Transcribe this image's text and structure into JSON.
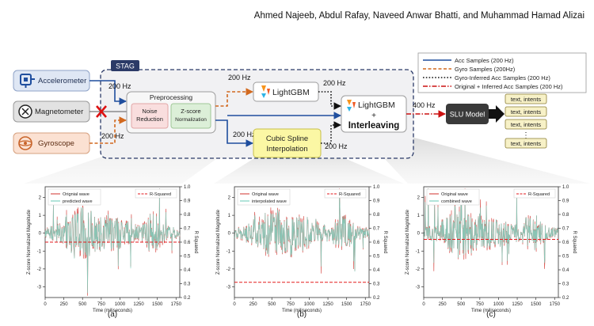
{
  "header": {
    "authors": "Ahmed Najeeb, Abdul Rafay, Naveed Anwar Bhatti, and Muhammad Hamad Alizai"
  },
  "diagram": {
    "stag_label": "STAG",
    "sensors": {
      "accelerometer": "Accelerometer",
      "magnetometer": "Magnetometer",
      "gyroscope": "Gyroscope"
    },
    "rates": {
      "acc_in": "200 Hz",
      "gyro_in": "200 Hz",
      "to_lightgbm": "200 Hz",
      "to_spline": "200 Hz",
      "from_lightgbm": "200 Hz",
      "from_spline": "200 Hz",
      "to_slu": "400 Hz"
    },
    "preprocessing": {
      "title": "Preprocessing",
      "noise_line1": "Noise",
      "noise_line2": "Reduction",
      "zscore_line1": "Z-score",
      "zscore_line2": "Normalization"
    },
    "lightgbm_label": "LightGBM",
    "spline_line1": "Cubic Spline",
    "spline_line2": "Interpolation",
    "interleave_top": "LightGBM",
    "interleave_plus": "+",
    "interleave_bottom": "Interleaving",
    "slu_model": "SLU Model",
    "outputs": [
      "text, intents",
      "text, intents",
      "text, intents",
      "text, intents"
    ],
    "output_dots": "⋮",
    "legend": [
      {
        "label": "Acc Samples (200 Hz)",
        "color": "#1f4e9e"
      },
      {
        "label": "Gyro Samples (200Hz)",
        "color": "#d2691e"
      },
      {
        "label": "Gyro-Inferred Acc Samples (200 Hz)",
        "color": "#111111"
      },
      {
        "label": "Original + Inferred Acc Samples (200 Hz)",
        "color": "#cc1111"
      }
    ]
  },
  "chart_data": [
    {
      "type": "line",
      "panel_label": "(a)",
      "xlabel": "Time (miliseconds)",
      "ylabel": "Z-score Normalized Magnitude",
      "y2label": "R Squared",
      "x_ticks": [
        "0",
        "250",
        "500",
        "750",
        "1000",
        "1250",
        "1500",
        "1750"
      ],
      "y_ticks": [
        "-3",
        "-2",
        "-1",
        "0",
        "1",
        "2"
      ],
      "y2_ticks": [
        "0.2",
        "0.3",
        "0.4",
        "0.5",
        "0.6",
        "0.7",
        "0.8",
        "0.9",
        "1.0"
      ],
      "xlim": [
        0,
        1800
      ],
      "ylim": [
        -3.6,
        2.6
      ],
      "y2lim": [
        0.2,
        1.0
      ],
      "series": [
        {
          "name": "Orignial wave",
          "color": "#d9534f"
        },
        {
          "name": "predicted wave",
          "color": "#7fd1c0"
        }
      ],
      "r_squared": {
        "name": "R-Squared",
        "value": 0.6,
        "color": "#e31a1c"
      }
    },
    {
      "type": "line",
      "panel_label": "(b)",
      "xlabel": "Time (miliseconds)",
      "ylabel": "Z-score Normalized Magnitude",
      "y2label": "R Squared",
      "x_ticks": [
        "0",
        "250",
        "500",
        "750",
        "1000",
        "1250",
        "1500",
        "1750"
      ],
      "y_ticks": [
        "-3",
        "-2",
        "-1",
        "0",
        "1",
        "2"
      ],
      "y2_ticks": [
        "0.2",
        "0.3",
        "0.4",
        "0.5",
        "0.6",
        "0.7",
        "0.8",
        "0.9",
        "1.0"
      ],
      "xlim": [
        0,
        1800
      ],
      "ylim": [
        -3.6,
        2.6
      ],
      "y2lim": [
        0.2,
        1.0
      ],
      "series": [
        {
          "name": "Original wave",
          "color": "#d9534f"
        },
        {
          "name": "interpolated wave",
          "color": "#7fd1c0"
        }
      ],
      "r_squared": {
        "name": "R-Squared",
        "value": 0.31,
        "color": "#e31a1c"
      }
    },
    {
      "type": "line",
      "panel_label": "(c)",
      "xlabel": "Time (miliseconds)",
      "ylabel": "Z-score Normalized Magnitude",
      "y2label": "R Squared",
      "x_ticks": [
        "0",
        "250",
        "500",
        "750",
        "1000",
        "1250",
        "1500",
        "1750"
      ],
      "y_ticks": [
        "-3",
        "-2",
        "-1",
        "0",
        "1",
        "2"
      ],
      "y2_ticks": [
        "0.2",
        "0.3",
        "0.4",
        "0.5",
        "0.6",
        "0.7",
        "0.8",
        "0.9",
        "1.0"
      ],
      "xlim": [
        0,
        1800
      ],
      "ylim": [
        -3.6,
        2.6
      ],
      "y2lim": [
        0.2,
        1.0
      ],
      "series": [
        {
          "name": "Original wave",
          "color": "#d9534f"
        },
        {
          "name": "combined wave",
          "color": "#7fd1c0"
        }
      ],
      "r_squared": {
        "name": "R-Squared",
        "value": 0.62,
        "color": "#e31a1c"
      }
    }
  ]
}
